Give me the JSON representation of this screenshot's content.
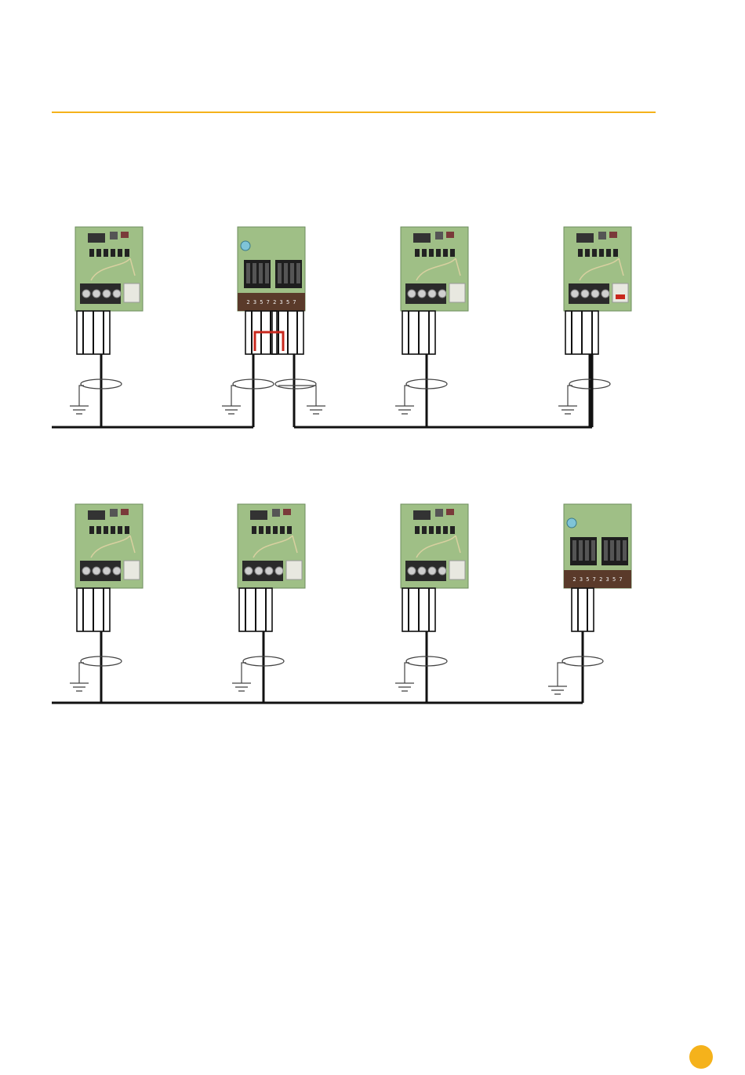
{
  "colors": {
    "accent": "#f5b21b",
    "wire": "#111111",
    "pcb": "#9fbf86",
    "pcb_dark": "#4f7a47",
    "terminal": "#2a2a2a",
    "jumper": "#c8281e",
    "hub": "#5a3a2a"
  },
  "diagram": {
    "rows": [
      {
        "modules": [
          {
            "kind": "sensor"
          },
          {
            "kind": "hub",
            "terminal_labels": "2 3 5 7   2 3 5 7",
            "jumper": true
          },
          {
            "kind": "sensor"
          },
          {
            "kind": "sensor",
            "indicator": "red"
          }
        ]
      },
      {
        "modules": [
          {
            "kind": "sensor"
          },
          {
            "kind": "sensor"
          },
          {
            "kind": "sensor"
          },
          {
            "kind": "hub",
            "terminal_labels": "2 3 5 7   2 3 5 7",
            "jumper": false
          }
        ]
      }
    ]
  }
}
